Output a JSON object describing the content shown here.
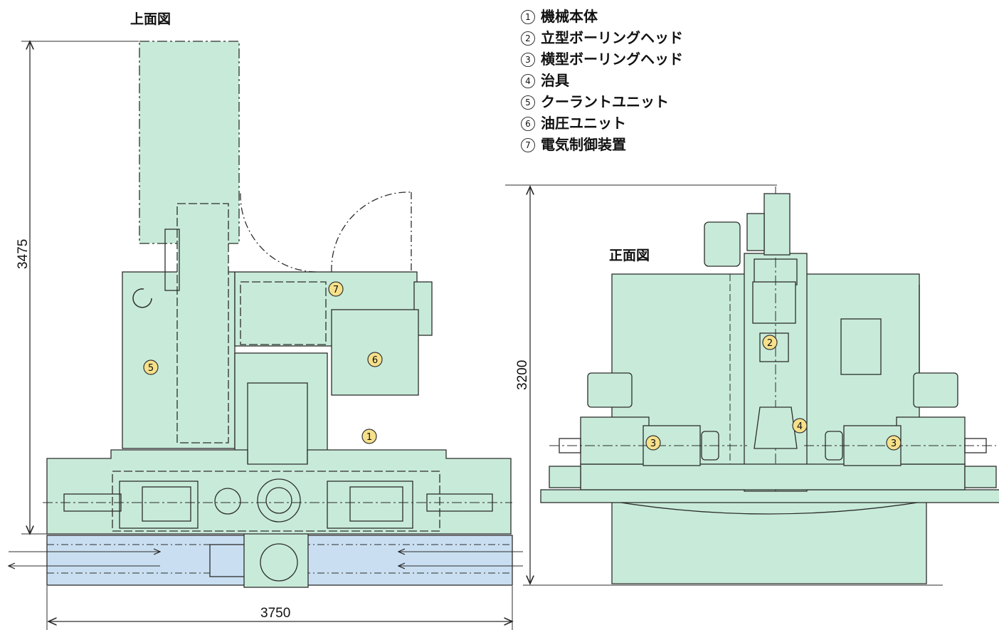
{
  "top_view": {
    "title": "上面図",
    "width_dim": "3750",
    "depth_dim": "3475"
  },
  "front_view": {
    "title": "正面図",
    "height_dim": "3200"
  },
  "legend": [
    {
      "num": "1",
      "label": "機械本体"
    },
    {
      "num": "2",
      "label": "立型ボーリングヘッド"
    },
    {
      "num": "3",
      "label": "横型ボーリングヘッド"
    },
    {
      "num": "4",
      "label": "治具"
    },
    {
      "num": "5",
      "label": "クーラントユニット"
    },
    {
      "num": "6",
      "label": "油圧ユニット"
    },
    {
      "num": "7",
      "label": "電気制御装置"
    }
  ],
  "callouts": {
    "c1": "1",
    "c2": "2",
    "c3a": "3",
    "c3b": "3",
    "c4": "4",
    "c5": "5",
    "c6": "6",
    "c7": "7"
  },
  "colors": {
    "machine_fill": "#c8ebd9",
    "floor_fill": "#c9dff1",
    "line": "#2d2d2d",
    "callout_fill": "#f6e08a"
  }
}
